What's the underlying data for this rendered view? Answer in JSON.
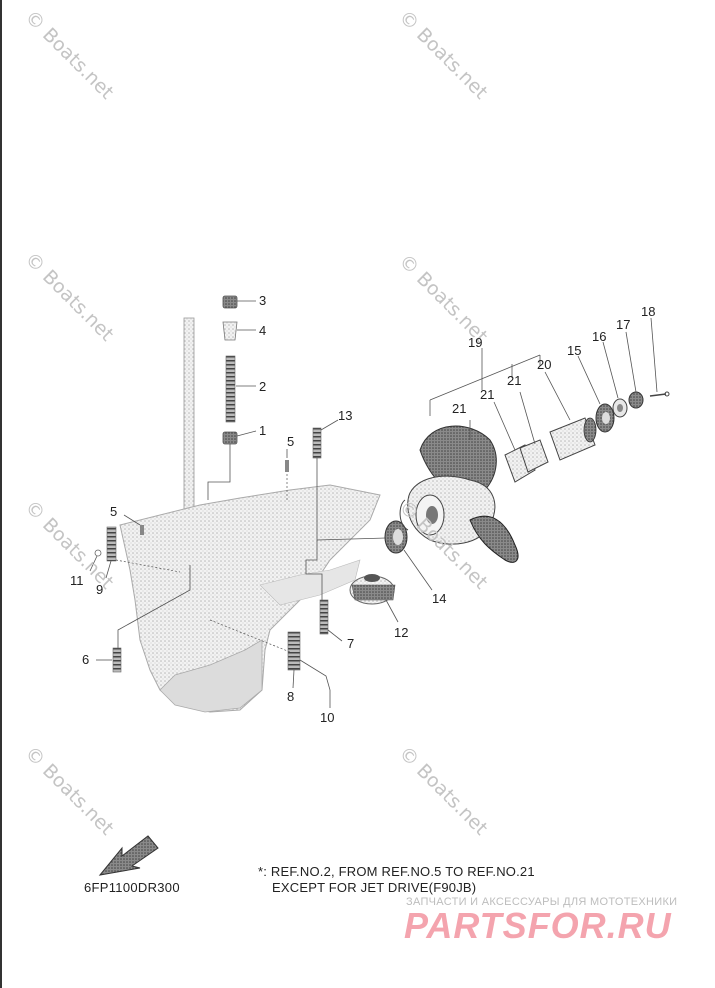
{
  "watermarks": [
    "© Boats.net",
    "© Boats.net",
    "© Boats.net",
    "© Boats.net",
    "© Boats.net",
    "© Boats.net",
    "© Boats.net",
    "© Boats.net"
  ],
  "callouts": [
    "1",
    "2",
    "3",
    "4",
    "5",
    "5",
    "6",
    "7",
    "8",
    "9",
    "10",
    "11",
    "12",
    "13",
    "14",
    "15",
    "16",
    "17",
    "18",
    "19",
    "20",
    "21",
    "21",
    "21"
  ],
  "note": {
    "line1": "*: REF.NO.2, FROM REF.NO.5 TO REF.NO.21",
    "line2": "EXCEPT FOR JET DRIVE(F90JB)"
  },
  "diagram_code": "6FP1100DR300",
  "shop": {
    "tagline": "ЗАПЧАСТИ И АКСЕССУАРЫ ДЛЯ МОТОТЕХНИКИ",
    "logo": "PARTSFOR.RU"
  }
}
